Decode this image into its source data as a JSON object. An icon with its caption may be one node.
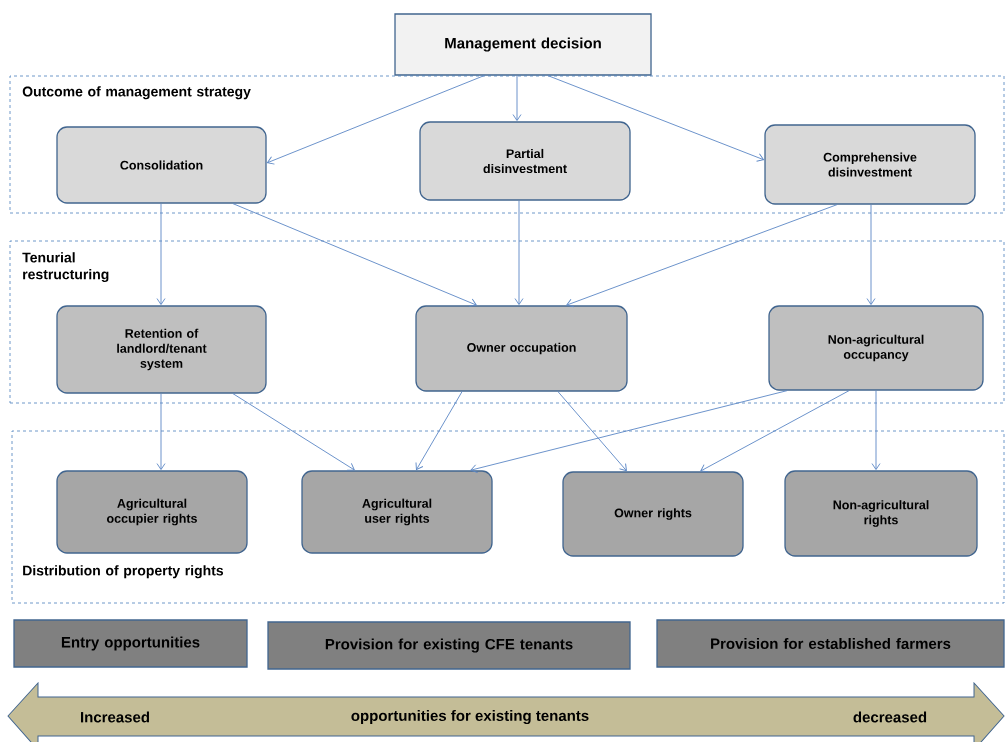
{
  "diagram": {
    "nodes": [
      {
        "text": [
          "Management decision"
        ]
      },
      {
        "text": [
          "Outcome of management strategy"
        ]
      },
      {
        "text": [
          "Consolidation"
        ],
        "in": 1
      },
      {
        "text": [
          "Partial disinvestment"
        ],
        "in": 1
      },
      {
        "text": [
          "Comprehensive disinvestment"
        ],
        "in": 1
      },
      {
        "text": [
          "Tenurial restructuring"
        ]
      },
      {
        "text": [
          "Retention of landlord/tenant system"
        ],
        "in": 5
      },
      {
        "text": [
          "Owner occupation"
        ],
        "in": 5
      },
      {
        "text": [
          "Non-agricultural occupancy"
        ],
        "in": 5
      },
      {
        "text": [
          "Distribution of property rights"
        ]
      },
      {
        "text": [
          "Agricultural occupier rights"
        ],
        "in": 9
      },
      {
        "text": [
          "Agricultural user rights"
        ],
        "in": 9
      },
      {
        "text": [
          "Owner rights"
        ],
        "in": 9
      },
      {
        "text": [
          "Non-agricultural rights"
        ],
        "in": 9
      },
      {
        "text": [
          "Entry opportunities"
        ]
      },
      {
        "text": [
          "Provision for existing CFE tenants"
        ]
      },
      {
        "text": [
          "Provision for established farmers"
        ]
      },
      {
        "text": [
          "Increased",
          "opportunities for existing tenants",
          "decreased"
        ]
      }
    ],
    "edges": [
      {
        "from": 0,
        "to": 2,
        "arrow": "to"
      },
      {
        "from": 0,
        "to": 3,
        "arrow": "to"
      },
      {
        "from": 0,
        "to": 4,
        "arrow": "to"
      },
      {
        "from": 2,
        "to": 6,
        "arrow": "to"
      },
      {
        "from": 2,
        "to": 7,
        "arrow": "to"
      },
      {
        "from": 3,
        "to": 7,
        "arrow": "to"
      },
      {
        "from": 4,
        "to": 7,
        "arrow": "to"
      },
      {
        "from": 4,
        "to": 8,
        "arrow": "to"
      },
      {
        "from": 6,
        "to": 10,
        "arrow": "to"
      },
      {
        "from": 6,
        "to": 11,
        "arrow": "to"
      },
      {
        "from": 7,
        "to": 11,
        "arrow": "to"
      },
      {
        "from": 7,
        "to": 12,
        "arrow": "to"
      },
      {
        "from": 8,
        "to": 11,
        "arrow": "to"
      },
      {
        "from": 8,
        "to": 12,
        "arrow": "to"
      },
      {
        "from": 8,
        "to": 13,
        "arrow": "to"
      }
    ]
  }
}
